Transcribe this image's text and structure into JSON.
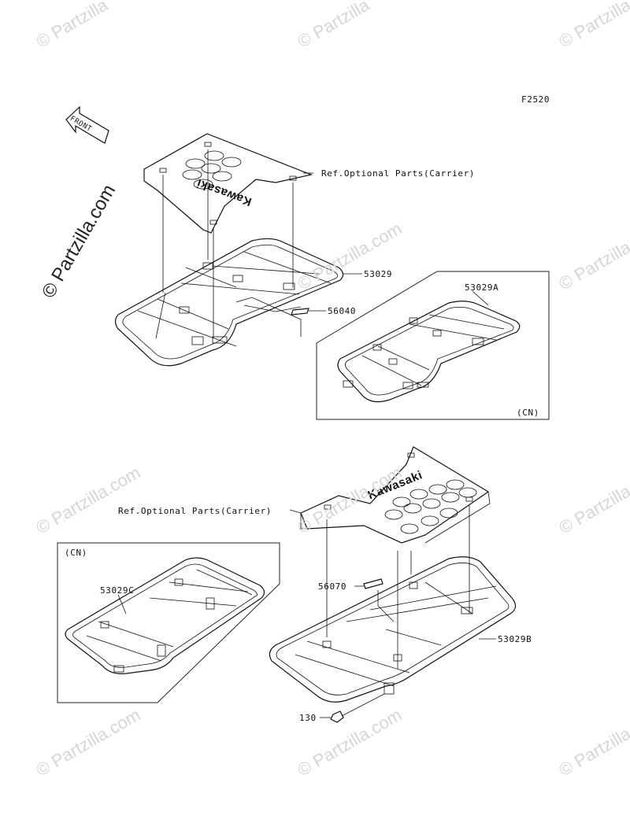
{
  "figure_code": "F2520",
  "front_label": "FRONT",
  "labels": {
    "ref_top": "Ref.Optional Parts(Carrier)",
    "ref_bottom": "Ref.Optional Parts(Carrier)",
    "p53029": "53029",
    "p56040": "56040",
    "p53029A": "53029A",
    "p53029B": "53029B",
    "p53029C": "53029C",
    "p56070": "56070",
    "p130": "130",
    "cn_top": "(CN)",
    "cn_bottom": "(CN)"
  },
  "brand_text": "Kawasaki",
  "watermark": "© Partzilla.com",
  "watermark_short": "© Partzilla"
}
